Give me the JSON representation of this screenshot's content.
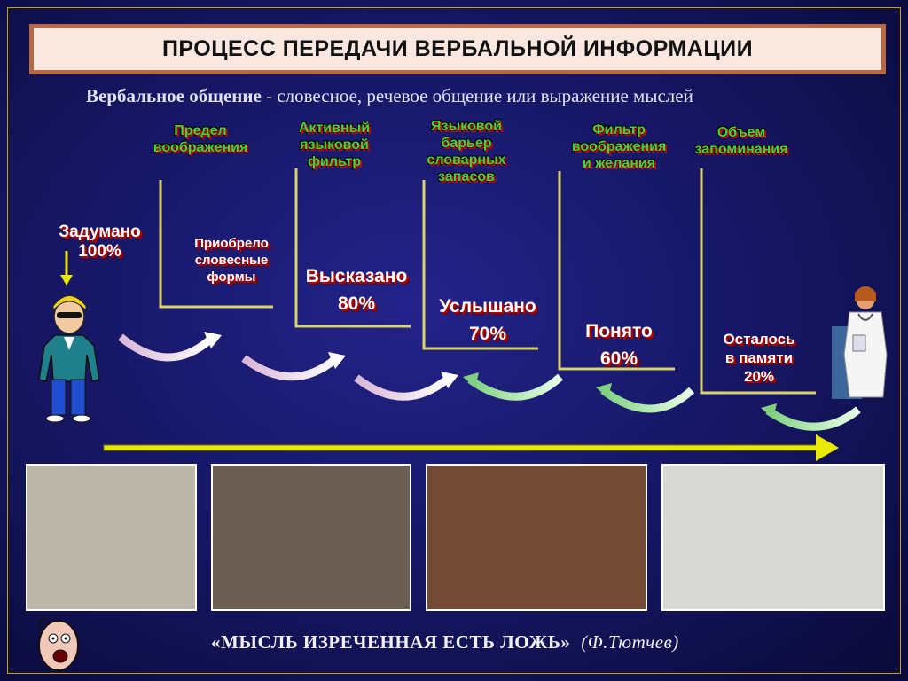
{
  "title": "ПРОЦЕСС ПЕРЕДАЧИ ВЕРБАЛЬНОЙ ИНФОРМАЦИИ",
  "subtitle": {
    "term": "Вербальное общение",
    "definition": " - словесное, речевое общение или выражение мыслей"
  },
  "filters": [
    {
      "line1": "Предел",
      "line2": "воображения",
      "line3": ""
    },
    {
      "line1": "Активный",
      "line2": "языковой",
      "line3": "фильтр"
    },
    {
      "line1": "Языковой",
      "line2": "барьер",
      "line3": "словарных",
      "line4": "запасов"
    },
    {
      "line1": "Фильтр",
      "line2": "воображения",
      "line3": "и желания"
    },
    {
      "line1": "Объем",
      "line2": "запоминания",
      "line3": ""
    }
  ],
  "stages": [
    {
      "label": "Задумано",
      "value": "100%"
    },
    {
      "label": "Приобрело",
      "line2": "словесные",
      "line3": "формы"
    },
    {
      "label": "Высказано",
      "value": "80%"
    },
    {
      "label": "Услышано",
      "value": "70%"
    },
    {
      "label": "Понято",
      "value": "60%"
    },
    {
      "label": "Осталось",
      "line2": "в памяти",
      "value": "20%"
    }
  ],
  "quote": {
    "text": "«МЫСЛЬ ИЗРЕЧЕННАЯ ЕСТЬ ЛОЖЬ»",
    "author": "(Ф.Тютчев)"
  },
  "colors": {
    "background": "#151560",
    "title_bar_border": "#b66a43",
    "title_bar_fill": "#fae8e0",
    "filter_text": "#3ed43e",
    "stage_text_shadow": "#b00000",
    "step_line": "#d9d36a",
    "timeline_arrow": "#e8e800"
  }
}
